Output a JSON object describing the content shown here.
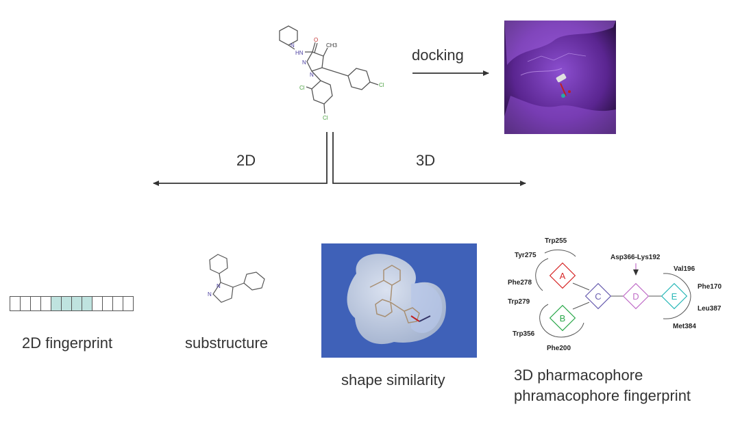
{
  "labels": {
    "docking": "docking",
    "branch_2d": "2D",
    "branch_3d": "3D",
    "fingerprint_2d": "2D fingerprint",
    "substructure": "substructure",
    "shape_similarity": "shape similarity",
    "pharmacophore_line1": "3D pharmacophore",
    "pharmacophore_line2": "phramacophore fingerprint"
  },
  "molecule": {
    "atoms": [
      "N",
      "HN",
      "O",
      "CH3",
      "N",
      "N",
      "Cl",
      "Cl",
      "Cl"
    ]
  },
  "fingerprint": {
    "bits": [
      0,
      0,
      0,
      0,
      1,
      1,
      1,
      1,
      0,
      0,
      0,
      0
    ]
  },
  "pharmacophore": {
    "features": [
      "A",
      "B",
      "C",
      "D",
      "E"
    ],
    "residues": {
      "trp255": "Trp255",
      "tyr275": "Tyr275",
      "phe278": "Phe278",
      "trp279": "Trp279",
      "trp356": "Trp356",
      "phe200": "Phe200",
      "asp366_lys192": "Asp366-Lys192",
      "val196": "Val196",
      "phe170": "Phe170",
      "leu387": "Leu387",
      "met384": "Met384"
    }
  },
  "colors": {
    "arrow": "#333333",
    "docking_bg": "#6a2fa8",
    "shape_bg": "#3f61b8",
    "feature_A": "#d62828",
    "feature_B": "#2aa84a",
    "feature_C": "#6a5fb0",
    "feature_D": "#c06ec8",
    "feature_E": "#2ab8b8"
  }
}
